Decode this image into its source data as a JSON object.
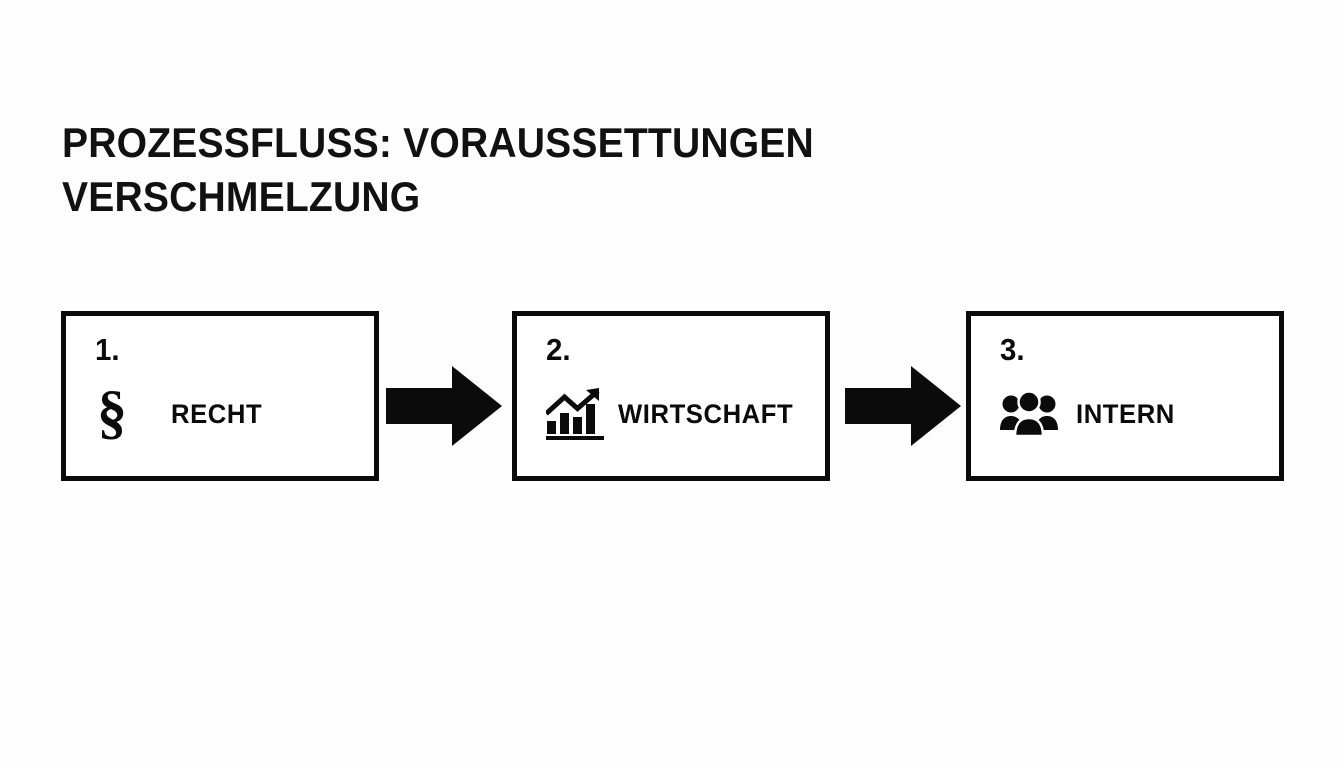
{
  "slide": {
    "background_color": "#fdfdfd",
    "ink_color": "#0b0b0b",
    "title": "PROZESSFLUSS: VORAUSSETTUNGEN\nVERSCHMELZUNG"
  },
  "flow": {
    "steps": [
      {
        "number": "1.",
        "icon": "paragraph-section-icon",
        "icon_glyph": "§",
        "label": "RECHT"
      },
      {
        "number": "2.",
        "icon": "bar-chart-growth-icon",
        "icon_glyph": "",
        "label": "WIRTSCHAFT"
      },
      {
        "number": "3.",
        "icon": "people-group-icon",
        "icon_glyph": "",
        "label": "INTERN"
      }
    ],
    "connectors": [
      {
        "icon": "arrow-right-icon",
        "from": "1.",
        "to": "2."
      },
      {
        "icon": "arrow-right-icon",
        "from": "2.",
        "to": "3."
      }
    ]
  }
}
